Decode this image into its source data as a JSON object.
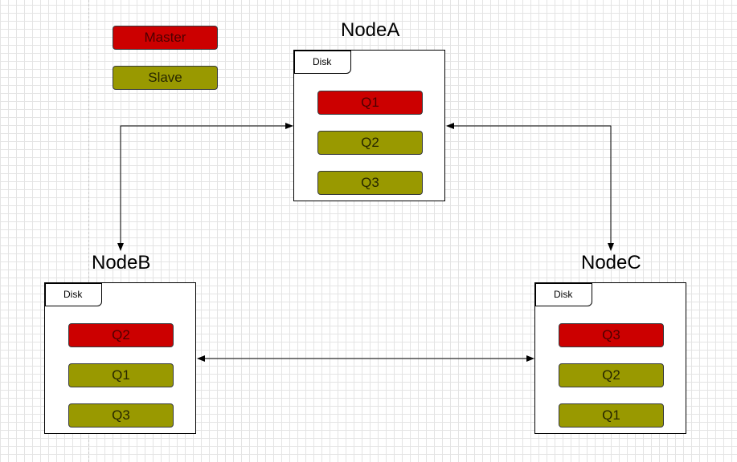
{
  "colors": {
    "master": "#cc0000",
    "master_text": "#4d0000",
    "slave": "#999900",
    "slave_text": "#262600",
    "grid": "#e4e4e4",
    "wire": "#000000"
  },
  "legend": {
    "master_label": "Master",
    "slave_label": "Slave"
  },
  "nodes": [
    {
      "name": "NodeA",
      "disk_label": "Disk",
      "queues": [
        {
          "label": "Q1",
          "role": "master"
        },
        {
          "label": "Q2",
          "role": "slave"
        },
        {
          "label": "Q3",
          "role": "slave"
        }
      ]
    },
    {
      "name": "NodeB",
      "disk_label": "Disk",
      "queues": [
        {
          "label": "Q2",
          "role": "master"
        },
        {
          "label": "Q1",
          "role": "slave"
        },
        {
          "label": "Q3",
          "role": "slave"
        }
      ]
    },
    {
      "name": "NodeC",
      "disk_label": "Disk",
      "queues": [
        {
          "label": "Q3",
          "role": "master"
        },
        {
          "label": "Q2",
          "role": "slave"
        },
        {
          "label": "Q1",
          "role": "slave"
        }
      ]
    }
  ],
  "connections": [
    {
      "from": "NodeA",
      "to": "NodeB",
      "direction": "both"
    },
    {
      "from": "NodeA",
      "to": "NodeC",
      "direction": "both"
    },
    {
      "from": "NodeB",
      "to": "NodeC",
      "direction": "both"
    }
  ]
}
